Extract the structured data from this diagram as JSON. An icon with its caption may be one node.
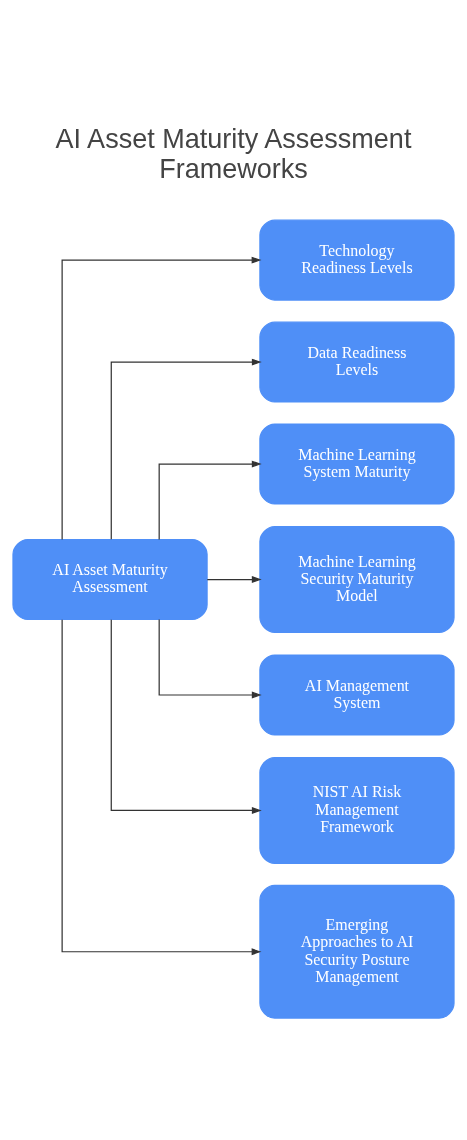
{
  "diagram": {
    "title": "AI Asset Maturity Assessment Frameworks",
    "nodes": [
      {
        "text": [
          "AI Asset Maturity Assessment"
        ]
      },
      {
        "text": [
          "Technology Readiness Levels"
        ]
      },
      {
        "text": [
          "Data Readiness Levels"
        ]
      },
      {
        "text": [
          "Machine Learning System Maturity"
        ]
      },
      {
        "text": [
          "Machine Learning Security Maturity Model"
        ]
      },
      {
        "text": [
          "AI Management System"
        ]
      },
      {
        "text": [
          "NIST AI Risk Management Framework"
        ]
      },
      {
        "text": [
          "Emerging Approaches to AI Security Posture Management"
        ]
      }
    ],
    "edges": [
      {
        "from": 0,
        "to": 1,
        "arrow": "to"
      },
      {
        "from": 0,
        "to": 2,
        "arrow": "to"
      },
      {
        "from": 0,
        "to": 3,
        "arrow": "to"
      },
      {
        "from": 0,
        "to": 4,
        "arrow": "to"
      },
      {
        "from": 0,
        "to": 5,
        "arrow": "to"
      },
      {
        "from": 0,
        "to": 6,
        "arrow": "to"
      },
      {
        "from": 0,
        "to": 7,
        "arrow": "to"
      }
    ]
  }
}
